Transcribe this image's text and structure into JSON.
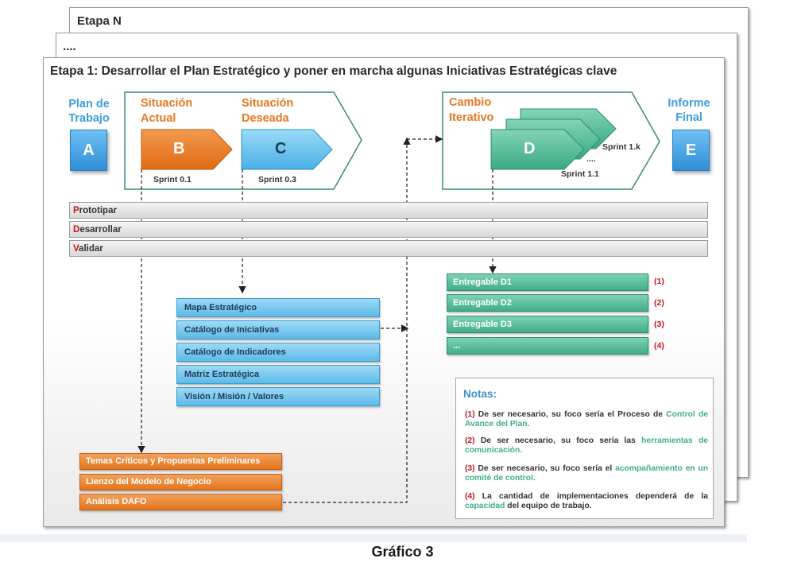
{
  "sheets": {
    "back_title": "Etapa N",
    "middle_title": "....",
    "main_title": "Etapa 1: Desarrollar el Plan Estratégico y poner en marcha algunas Iniciativas Estratégicas clave"
  },
  "phases": {
    "plan": {
      "label_line1": "Plan de",
      "label_line2": "Trabajo",
      "letter": "A"
    },
    "actual": {
      "label_line1": "Situación",
      "label_line2": "Actual",
      "letter": "B",
      "sprint": "Sprint 0.1"
    },
    "deseada": {
      "label_line1": "Situación",
      "label_line2": "Deseada",
      "letter": "C",
      "sprint": "Sprint 0.3"
    },
    "cambio": {
      "label_line1": "Cambio",
      "label_line2": "Iterativo",
      "letter": "D",
      "sprint_first": "Sprint 1.1",
      "sprint_last": "Sprint 1.k",
      "ellipsis": "...."
    },
    "informe": {
      "label_line1": "Informe",
      "label_line2": "Final",
      "letter": "E"
    }
  },
  "bars": [
    {
      "first": "P",
      "rest": "rototipar"
    },
    {
      "first": "D",
      "rest": "esarrollar"
    },
    {
      "first": "V",
      "rest": "alidar"
    }
  ],
  "blue_items": [
    "Mapa Estratégico",
    "Catálogo de Iniciativas",
    "Catálogo de Indicadores",
    "Matriz Estratégica",
    "Visión / Misión / Valores"
  ],
  "orange_items": [
    "Temas Críticos y Propuestas Preliminares",
    "Lienzo del Modelo de Negocio",
    "Análisis DAFO"
  ],
  "green_items": [
    {
      "label": "Entregable D1",
      "num": "(1)"
    },
    {
      "label": "Entregable D2",
      "num": "(2)"
    },
    {
      "label": "Entregable D3",
      "num": "(3)"
    },
    {
      "label": "...",
      "num": "(4)"
    }
  ],
  "notes": {
    "title": "Notas:",
    "n1": {
      "num": "(1)",
      "text": " De ser necesario, su foco sería el Proceso de ",
      "hl": "Control de Avance del Plan."
    },
    "n2": {
      "num": "(2)",
      "text": " De ser necesario, su foco sería las ",
      "hl": "herramientas de comunicación."
    },
    "n3": {
      "num": "(3)",
      "text": " De ser necesario, su foco sería el ",
      "hl": "acompañamiento en un comité de control."
    },
    "n4": {
      "num": "(4)",
      "text": " La cantidad de implementaciones dependerá de la ",
      "hl": "capacidad",
      "tail": " del equipo de trabajo."
    }
  },
  "caption": "Gráfico 3",
  "colors": {
    "orange": "#e9771e",
    "blue": "#3d9ee0",
    "green": "#3fae88",
    "red": "#c0181f"
  }
}
